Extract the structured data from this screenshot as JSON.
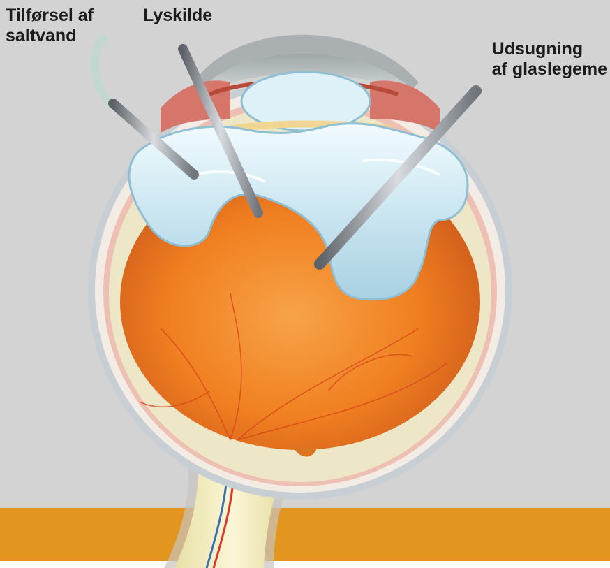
{
  "labels": {
    "saline_infusion": "Tilførsel af\nsaltvand",
    "light_source": "Lyskilde",
    "vitreous_suction": "Udsugning\naf glaslegeme"
  },
  "colors": {
    "background": "#d3d3d3",
    "band": "#e2961f",
    "retina_orange": "#f07f1a",
    "vitreous_blue": "#cfe8f2",
    "sclera_cream": "#ede7c8",
    "instrument_steel": "#8c9298"
  }
}
